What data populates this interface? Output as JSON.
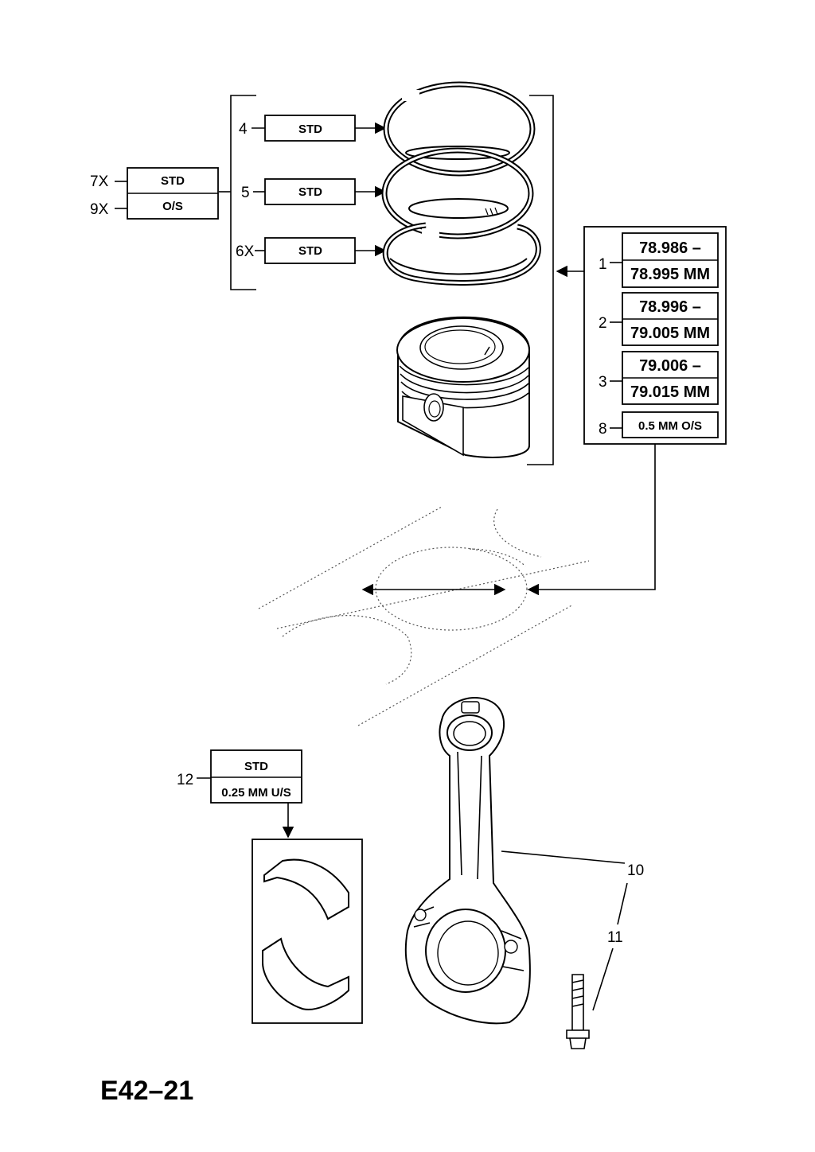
{
  "diagram_code": "E42–21",
  "rings": {
    "callouts": [
      {
        "ref": "4",
        "spec": "STD"
      },
      {
        "ref": "5",
        "spec": "STD"
      },
      {
        "ref": "6X",
        "spec": "STD"
      }
    ],
    "set": {
      "ref_std": "7X",
      "ref_os": "9X",
      "std_label": "STD",
      "os_label": "O/S"
    }
  },
  "piston_grades": [
    {
      "ref": "1",
      "line1": "78.986 –",
      "line2": "78.995 MM"
    },
    {
      "ref": "2",
      "line1": "78.996 –",
      "line2": "79.005 MM"
    },
    {
      "ref": "3",
      "line1": "79.006 –",
      "line2": "79.015 MM"
    },
    {
      "ref": "8",
      "line1": "0.5 MM O/S"
    }
  ],
  "bearing": {
    "ref": "12",
    "std_label": "STD",
    "us_label": "0.25 MM U/S"
  },
  "connecting_rod": {
    "ref": "10"
  },
  "rod_bolt": {
    "ref": "11"
  }
}
